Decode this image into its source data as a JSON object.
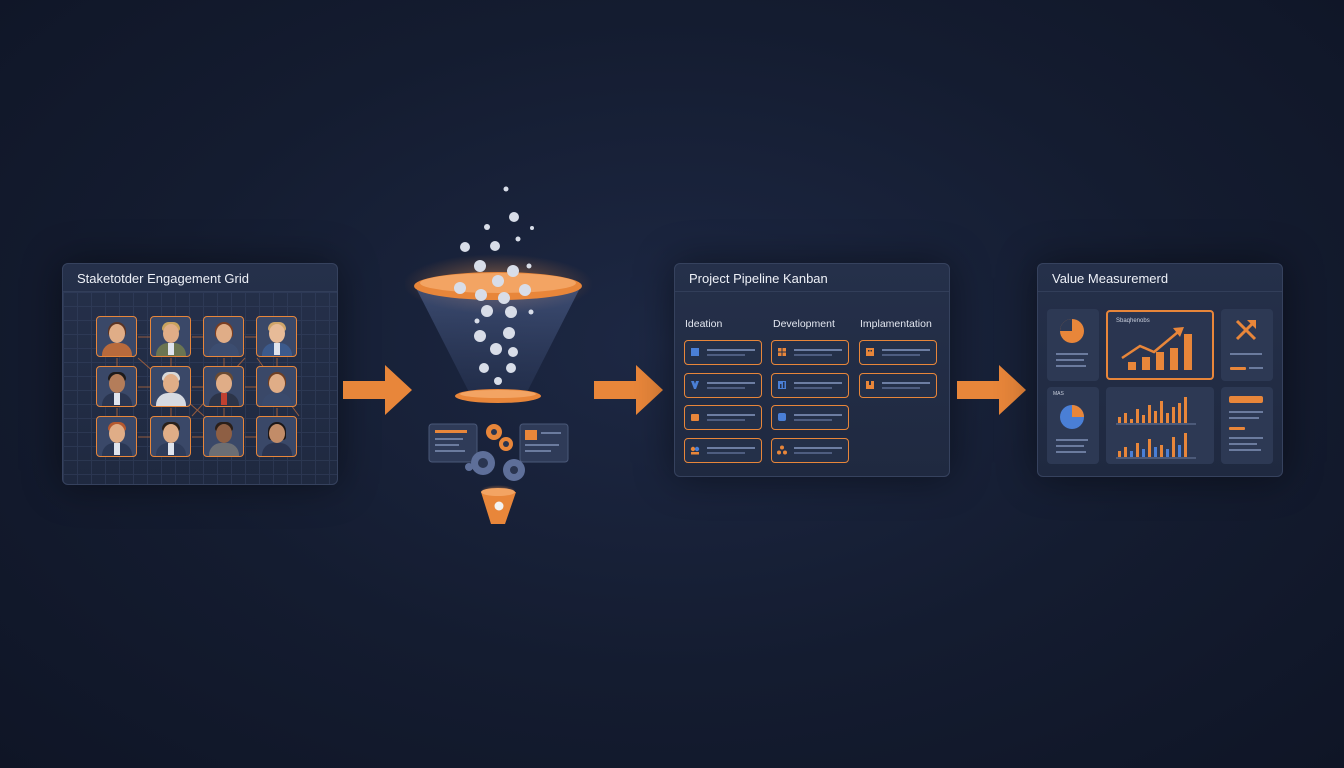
{
  "stakeholder": {
    "title": "Staketotder Engagement Grid"
  },
  "kanban": {
    "title": "Project Pipeline Kanban",
    "columns": [
      "Ideation",
      "Development",
      "Implamentation"
    ]
  },
  "value": {
    "title": "Value Measuremerd",
    "chart_label": "Sbaqhenobs",
    "small_label": "MAS"
  },
  "colors": {
    "accent": "#e8863a",
    "background": "#141c30",
    "panel": "#25304a",
    "cool_accent": "#4a7fd6"
  }
}
